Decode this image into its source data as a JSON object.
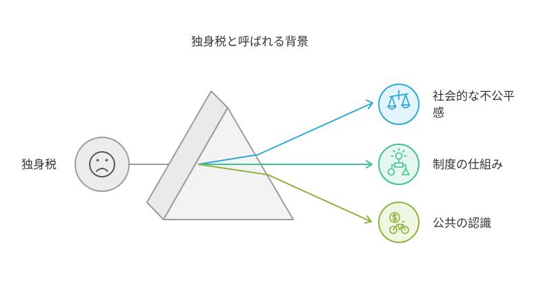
{
  "title": "独身税と呼ばれる背景",
  "input": {
    "label": "独身税"
  },
  "outputs": [
    {
      "label_line1": "社会的な不公平",
      "label_line2": "感",
      "color": "#2ea9d3",
      "fill": "#e3f4fb"
    },
    {
      "label_line1": "制度の仕組み",
      "label_line2": "",
      "color": "#3ec28f",
      "fill": "#e5f7ef"
    },
    {
      "label_line1": "公共の認識",
      "label_line2": "",
      "color": "#8db33c",
      "fill": "#f0f6e1"
    }
  ],
  "colors": {
    "prism_stroke": "#9b9b9b",
    "prism_fill": "#f3f3f3",
    "face_stroke": "#8f8f8f",
    "face_fill": "#ececec"
  }
}
